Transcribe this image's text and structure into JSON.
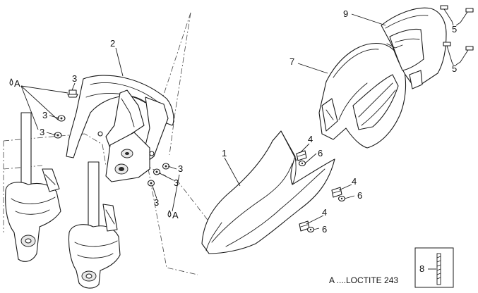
{
  "callouts": {
    "c1": "1",
    "c2": "2",
    "c3a": "3",
    "c3b": "3",
    "c3c": "3",
    "c3d": "3",
    "c3e": "3",
    "c3f": "3",
    "c4a": "4",
    "c4b": "4",
    "c4c": "4",
    "c5a": "5",
    "c5b": "5",
    "c6a": "6",
    "c6b": "6",
    "c6c": "6",
    "c7": "7",
    "c8": "8",
    "c9": "9",
    "ca1": "A",
    "ca2": "A"
  },
  "legend": {
    "loctite_note": "A ....LOCTITE 243"
  }
}
